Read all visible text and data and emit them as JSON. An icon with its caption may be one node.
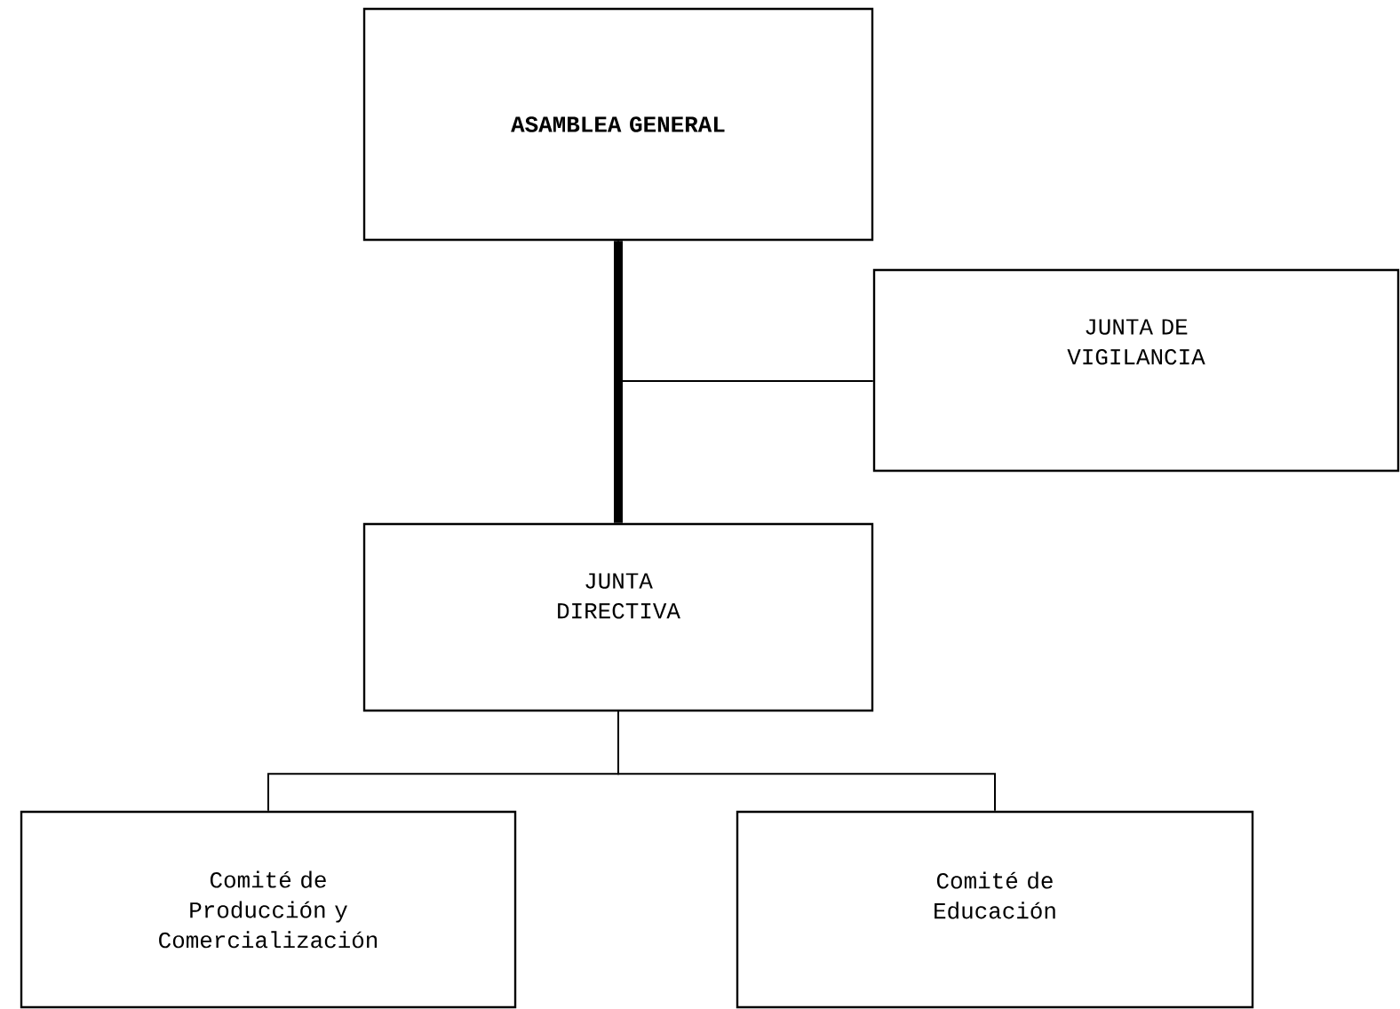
{
  "diagram": {
    "nodes": [
      {
        "text": [
          "ASAMBLEA GENERAL"
        ]
      },
      {
        "text": [
          "JUNTA DE VIGILANCIA"
        ]
      },
      {
        "text": [
          "JUNTA DIRECTIVA"
        ]
      },
      {
        "text": [
          "Comité de Producción y Comercialización"
        ]
      },
      {
        "text": [
          "Comité de Educación"
        ]
      }
    ],
    "edges": [
      {
        "from": 0,
        "to": 2,
        "arrow": "none",
        "style": "thick"
      },
      {
        "from": 0,
        "to": 1,
        "arrow": "none"
      },
      {
        "from": 2,
        "to": 3,
        "arrow": "none"
      },
      {
        "from": 2,
        "to": 4,
        "arrow": "none"
      }
    ]
  }
}
